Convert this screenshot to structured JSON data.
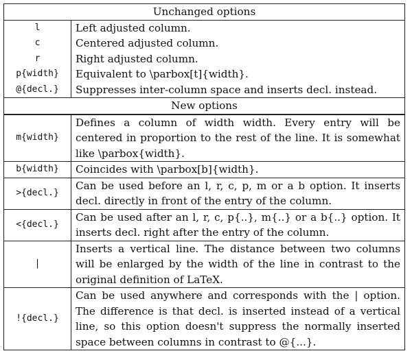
{
  "sections": [
    {
      "title": "Unchanged options",
      "rows": [
        {
          "code": "l",
          "desc": "Left adjusted column."
        },
        {
          "code": "c",
          "desc": "Centered adjusted column."
        },
        {
          "code": "r",
          "desc": "Right adjusted column."
        },
        {
          "code": "p{width}",
          "desc": "Equivalent to \\parbox[t]{width}."
        },
        {
          "code": "@{decl.}",
          "desc": "Suppresses inter-column space and inserts decl. instead."
        }
      ]
    },
    {
      "title": "New options",
      "rows": [
        {
          "code": "m{width}",
          "desc": "Defines a column of width width. Every entry will be centered in proportion to the rest of the line. It is somewhat like \\parbox{width}."
        },
        {
          "code": "b{width}",
          "desc": "Coincides with \\parbox[b]{width}."
        },
        {
          "code": ">{decl.}",
          "desc": "Can be used before an l, r, c, p, m or a b option. It inserts decl. directly in front of the entry of the column."
        },
        {
          "code": "<{decl.}",
          "desc": "Can be used after an l, r, c, p{..}, m{..} or a b{..} option. It inserts decl. right after the entry of the column."
        },
        {
          "code": "|",
          "desc": "Inserts a vertical line. The distance between two columns will be enlarged by the width of the line in contrast to the original definition of LaTeX."
        },
        {
          "code": "!{decl.}",
          "desc": "Can be used anywhere and corresponds with the | option. The difference is that decl. is inserted instead of a vertical line, so this option doesn't suppress the normally inserted space between columns in contrast to @{...}."
        }
      ]
    }
  ]
}
